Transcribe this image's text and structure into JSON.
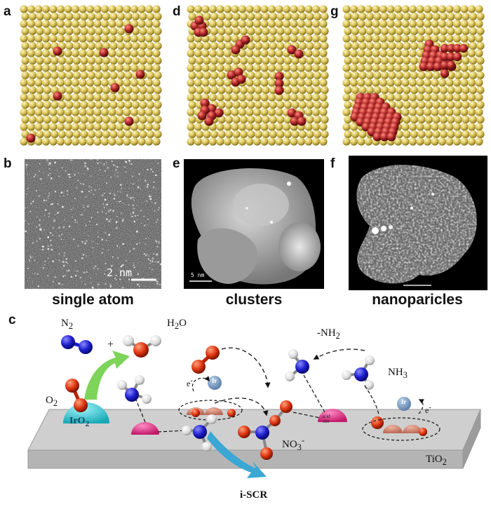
{
  "panels": {
    "a": {
      "letter": "a"
    },
    "d": {
      "letter": "d"
    },
    "g": {
      "letter": "g"
    },
    "b": {
      "letter": "b",
      "scale_label": "2 nm",
      "caption": "single atom"
    },
    "e": {
      "letter": "e",
      "scale_label": "5 nm",
      "caption": "clusters"
    },
    "f": {
      "letter": "f",
      "caption": "nanoparicles"
    },
    "c": {
      "letter": "c"
    }
  },
  "diagram": {
    "n2": "N",
    "n2_sub": "2",
    "plus": "+",
    "h2o_pre": "H",
    "h2o_sub": "2",
    "h2o_post": "O",
    "o2": "O",
    "o2_sub": "2",
    "iro2_pre": "IrO",
    "iro2_sub": "2",
    "ir1": "Ir",
    "ir2": "Ir",
    "e1": "e",
    "e1_sup": "-",
    "e2": "e",
    "e2_sup": "-",
    "nh2_pre": "-NH",
    "nh2_sub": "2",
    "nh3_pre": "NH",
    "nh3_sub": "3",
    "no3_pre": "NO",
    "no3_sub": "3",
    "no3_sup": "-",
    "acid_line1": "acid",
    "acid_line2": "site",
    "tio2_pre": "TiO",
    "tio2_sub": "2",
    "iscr": "i-SCR"
  },
  "colors": {
    "support_atom": "#d8c35a",
    "metal_atom": "#b0282a",
    "n_atom": "#1c1ccc",
    "o_atom": "#dd3311",
    "h_atom": "#e6e6e6",
    "slab_top": "#c8c8c8",
    "iro2_dome": "#27c9d6",
    "acid_dome": "#e8398a",
    "arrow_green": "#7ed35a",
    "arrow_blue": "#3aa7d4"
  }
}
